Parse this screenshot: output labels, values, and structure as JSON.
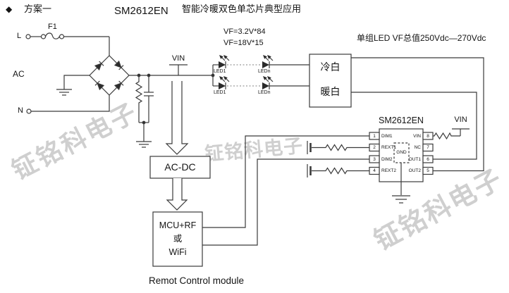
{
  "header": {
    "bullet": "◆",
    "scheme": "方案一",
    "title": "SM2612EN",
    "subtitle": "智能冷暖双色单芯片典型应用"
  },
  "power": {
    "live": "L",
    "neutral": "N",
    "ac": "AC",
    "fuse": "F1",
    "vin": "VIN"
  },
  "led": {
    "vf_cold": "VF=3.2V*84",
    "vf_warm": "VF=18V*15",
    "vf_total": "单组LED VF总值250Vdc—270Vdc",
    "led_first": "LED1",
    "led_last": "LEDn",
    "cold_label": "冷白",
    "warm_label": "暖白"
  },
  "chip": {
    "title": "SM2612EN",
    "vin_label": "VIN",
    "pad_label": "GND",
    "pins_left": [
      {
        "num": "1",
        "name": "DIM1"
      },
      {
        "num": "2",
        "name": "REXT1"
      },
      {
        "num": "3",
        "name": "DIM2"
      },
      {
        "num": "4",
        "name": "REXT2"
      }
    ],
    "pins_right": [
      {
        "num": "8",
        "name": "VIN"
      },
      {
        "num": "7",
        "name": "NC"
      },
      {
        "num": "6",
        "name": "OUT1"
      },
      {
        "num": "5",
        "name": "OUT2"
      }
    ]
  },
  "blocks": {
    "acdc": "AC-DC",
    "mcu_line1": "MCU+RF",
    "mcu_line2": "或",
    "mcu_line3": "WiFi",
    "caption": "Remot Control module"
  },
  "watermark": {
    "text": "钲铭科电子"
  },
  "colors": {
    "line": "#3b3b3b",
    "text": "#141414",
    "watermark": "#a8a8a8"
  }
}
